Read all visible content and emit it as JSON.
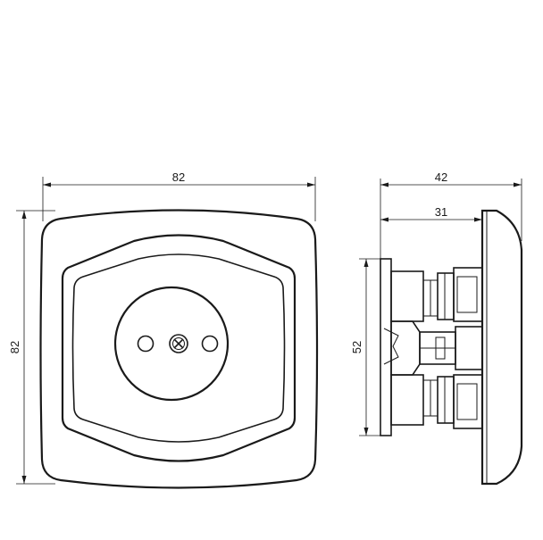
{
  "dimensions": {
    "front_width": "82",
    "front_height": "82",
    "side_total_depth": "42",
    "side_body_depth": "31",
    "side_body_height": "52"
  },
  "colors": {
    "line": "#1a1a1a",
    "background": "#ffffff"
  }
}
